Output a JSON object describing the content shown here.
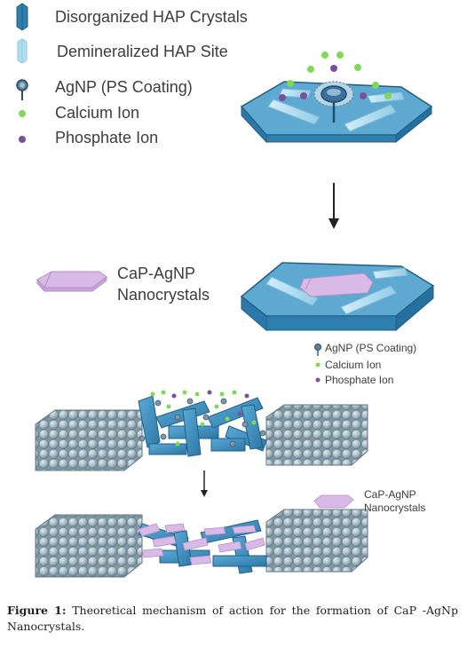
{
  "legend_top": {
    "items": [
      {
        "label": "Disorganized HAP Crystals",
        "icon": "hap-crystal-icon",
        "color": "#2f7fae"
      },
      {
        "label": "Demineralized HAP Site",
        "icon": "demineralized-site-icon",
        "color": "#a9d8ee"
      },
      {
        "label": "AgNP (PS Coating)",
        "icon": "agnp-icon",
        "color": "#5a7f96"
      },
      {
        "label": "Calcium Ion",
        "icon": "calcium-ion-icon",
        "color": "#7ed957"
      },
      {
        "label": "Phosphate Ion",
        "icon": "phosphate-ion-icon",
        "color": "#7a4f9c"
      }
    ]
  },
  "nanocrystal_label": {
    "line1": "CaP-AgNP",
    "line2": "Nanocrystals"
  },
  "legend_small": {
    "items": [
      {
        "label": "AgNP (PS Coating)"
      },
      {
        "label": "Calcium Ion"
      },
      {
        "label": "Phosphate Ion"
      }
    ]
  },
  "nanocrystal_label_small": {
    "line1": "CaP-AgNP",
    "line2": "Nanocrystals"
  },
  "caption": {
    "label": "Figure 1:",
    "text": " Theoretical mechanism of action for the formation of CaP -AgNp Nanocrystals."
  },
  "colors": {
    "hap_blue": "#3b8cbf",
    "hap_dark": "#1f5f86",
    "demin_light": "#b7e1f3",
    "nanocrystal_pink": "#d9b9e6",
    "calcium_green": "#7ed957",
    "phosphate_purple": "#7a4f9c",
    "sphere_gray": "#a9bcc6"
  }
}
